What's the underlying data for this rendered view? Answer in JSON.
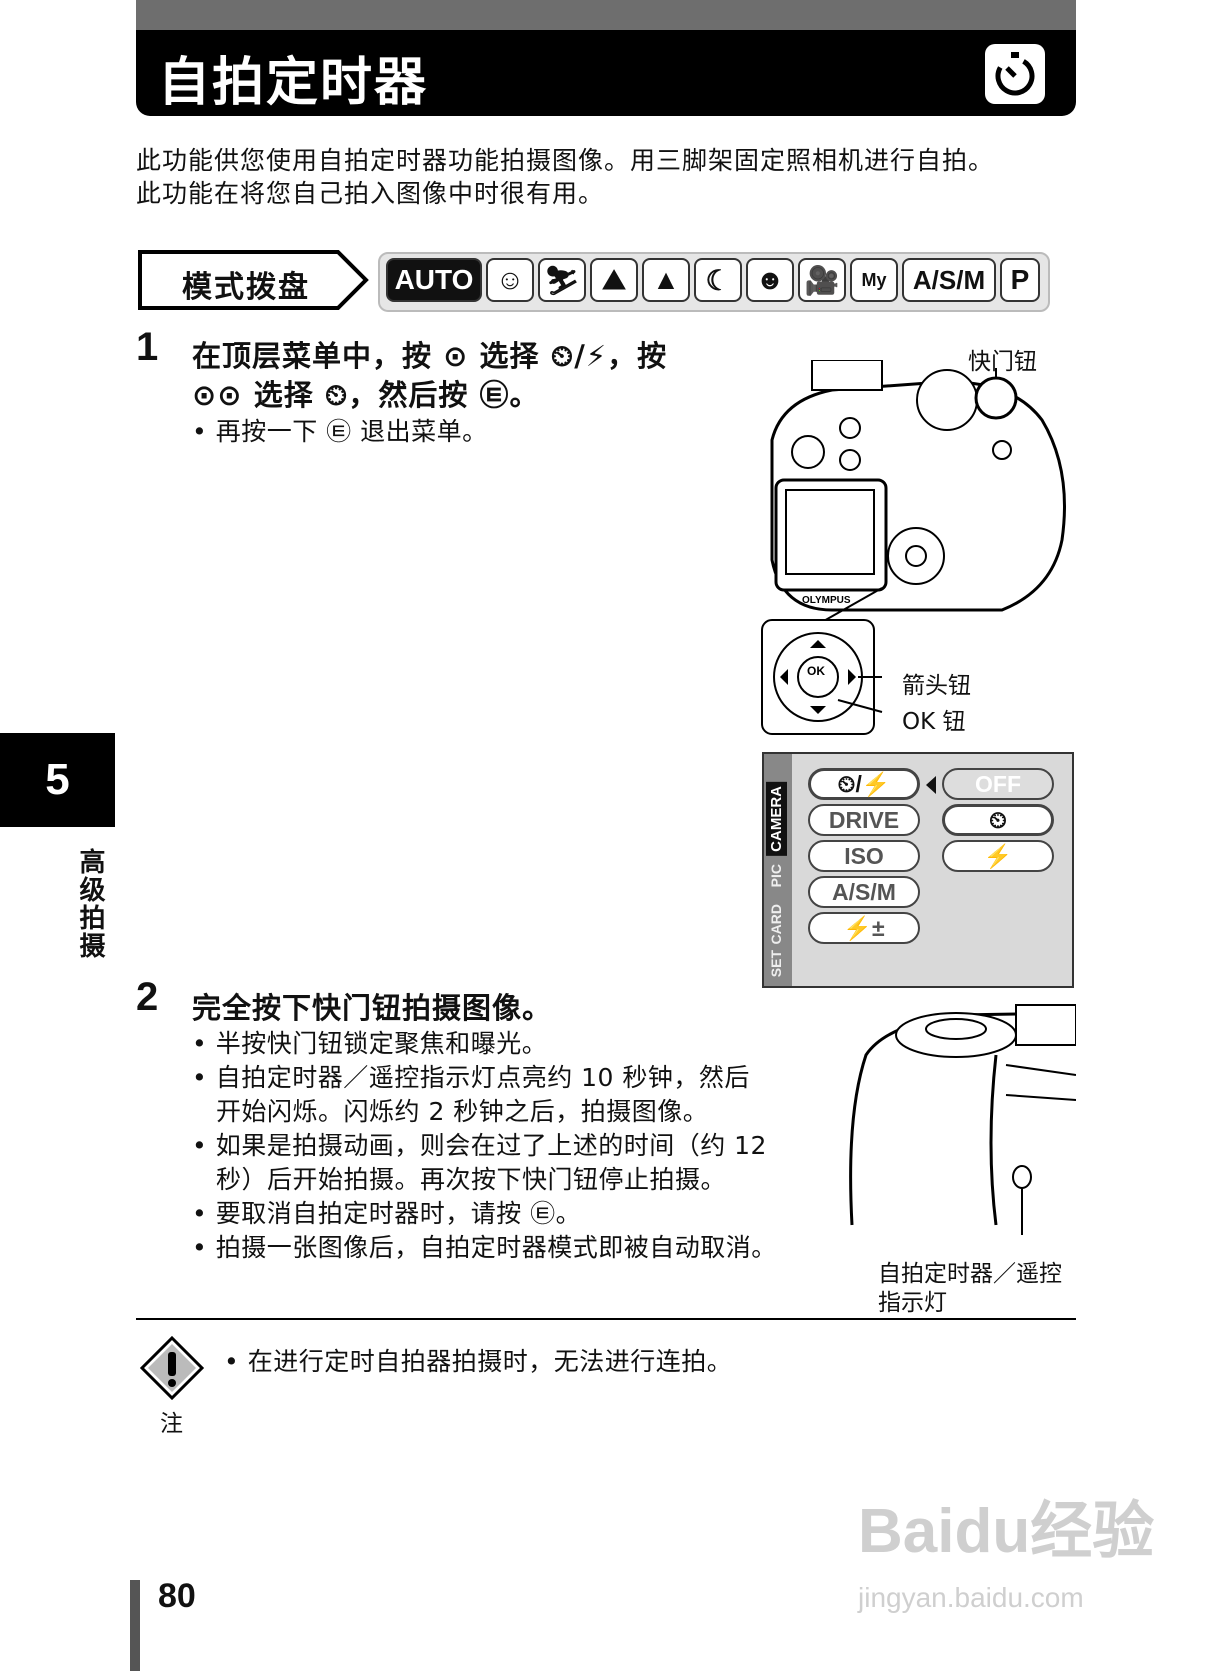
{
  "header": {
    "title": "自拍定时器"
  },
  "intro": {
    "line1": "此功能供您使用自拍定时器功能拍摄图像。用三脚架固定照相机进行自拍。",
    "line2": "此功能在将您自己拍入图像中时很有用。"
  },
  "mode_dial": {
    "label": "模式拨盘",
    "modes": [
      "AUTO",
      "A/S/M",
      "P"
    ]
  },
  "step1": {
    "number": "1",
    "line1": "在顶层菜单中，按 ⊙ 选择 ⏲/⚡，按",
    "line2": "⊙⊙ 选择 ⏲，然后按 ㉫。",
    "bullet": "再按一下 ㉫ 退出菜单。"
  },
  "camera_labels": {
    "shutter": "快门钮",
    "arrow": "箭头钮",
    "ok": "OK 钮"
  },
  "menu_screen": {
    "tabs": [
      "CAMERA",
      "PIC",
      "CARD",
      "SET"
    ],
    "left_items": [
      "⏲/⚡",
      "DRIVE",
      "ISO",
      "A/S/M",
      "⚡±"
    ],
    "right_items": [
      "OFF",
      "⏲",
      "⚡"
    ]
  },
  "step2": {
    "number": "2",
    "title": "完全按下快门钮拍摄图像。",
    "bullets": [
      "半按快门钮锁定聚焦和曝光。",
      "自拍定时器／遥控指示灯点亮约 10 秒钟，然后",
      "开始闪烁。闪烁约 2 秒钟之后，拍摄图像。",
      "如果是拍摄动画，则会在过了上述的时间（约 12",
      "秒）后开始拍摄。再次按下快门钮停止拍摄。",
      "要取消自拍定时器时，请按 ㉫。",
      "拍摄一张图像后，自拍定时器模式即被自动取消。"
    ],
    "indicator_label_1": "自拍定时器／遥控",
    "indicator_label_2": "指示灯"
  },
  "note": {
    "text": "在进行定时自拍器拍摄时，无法进行连拍。",
    "label": "注"
  },
  "chapter": {
    "number": "5",
    "title": "高级拍摄"
  },
  "footer": {
    "page": "80"
  },
  "watermark": {
    "brand": "Baidu经验",
    "url": "jingyan.baidu.com"
  }
}
